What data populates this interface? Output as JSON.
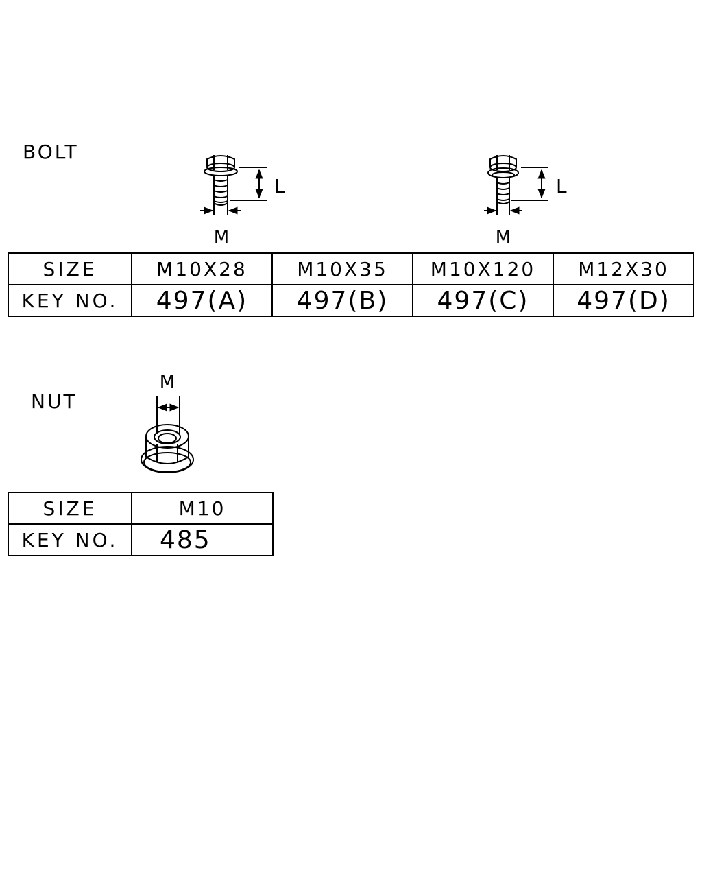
{
  "bolt": {
    "label": "BOLT",
    "dim_length": "L",
    "dim_diameter": "M",
    "table": {
      "size_header": "SIZE",
      "key_header": "KEY NO.",
      "sizes": [
        "M10X28",
        "M10X35",
        "M10X120",
        "M12X30"
      ],
      "keys": [
        "497(A)",
        "497(B)",
        "497(C)",
        "497(D)"
      ]
    }
  },
  "nut": {
    "label": "NUT",
    "dim_diameter": "M",
    "table": {
      "size_header": "SIZE",
      "key_header": "KEY NO.",
      "sizes": [
        "M10"
      ],
      "keys": [
        "485"
      ]
    }
  }
}
